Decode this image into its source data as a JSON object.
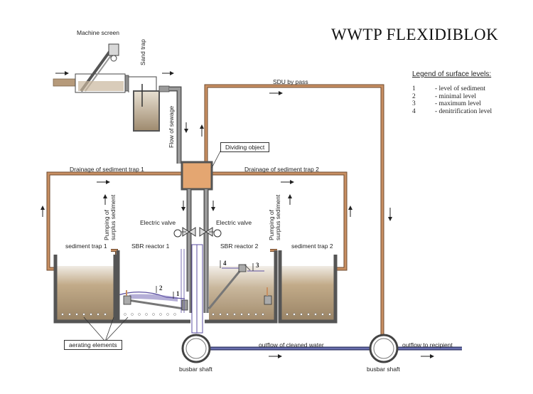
{
  "title": "WWTP FLEXIDIBLOK",
  "legend": {
    "heading": "Legend of surface levels:",
    "items": [
      {
        "num": "1",
        "text": "- level of sediment"
      },
      {
        "num": "2",
        "text": "- minimal level"
      },
      {
        "num": "3",
        "text": "- maximum level"
      },
      {
        "num": "4",
        "text": "- denitrification level"
      }
    ]
  },
  "labels": {
    "machine_screen": "Machine screen",
    "sand_trap": "Sand trap",
    "flow_of_sewage": "Flow of sewage",
    "sdu_by_pass": "SDU by pass",
    "dividing_object": "Dividing object",
    "drainage_1": "Drainage of sediment trap 1",
    "drainage_2": "Drainage of sediment trap 2",
    "pumping_1": "Pumping of surplus sediment",
    "pumping_2": "Pumping of surplus sediment",
    "electric_valve_1": "Electric valve",
    "electric_valve_2": "Electric valve",
    "sediment_trap_1": "sediment trap 1",
    "sbr_reactor_1": "SBR reactor 1",
    "sbr_reactor_2": "SBR reactor 2",
    "sediment_trap_2": "sediment trap 2",
    "aerating_elements": "aerating elements",
    "outflow_cleaned": "outflow of cleaned water",
    "outflow_recipient": "outflow to recipient",
    "busbar_shaft_1": "busbar shaft",
    "busbar_shaft_2": "busbar shaft"
  },
  "level_marks": [
    "1",
    "2",
    "3",
    "4"
  ],
  "colors": {
    "pipe": "#c88f62",
    "pipe_dark": "#8a5a36",
    "sediment": "#b59b78",
    "water_purple": "#5b4fa0",
    "outflow_pipe": "#4a4f86",
    "wall": "#6a6a6a"
  }
}
